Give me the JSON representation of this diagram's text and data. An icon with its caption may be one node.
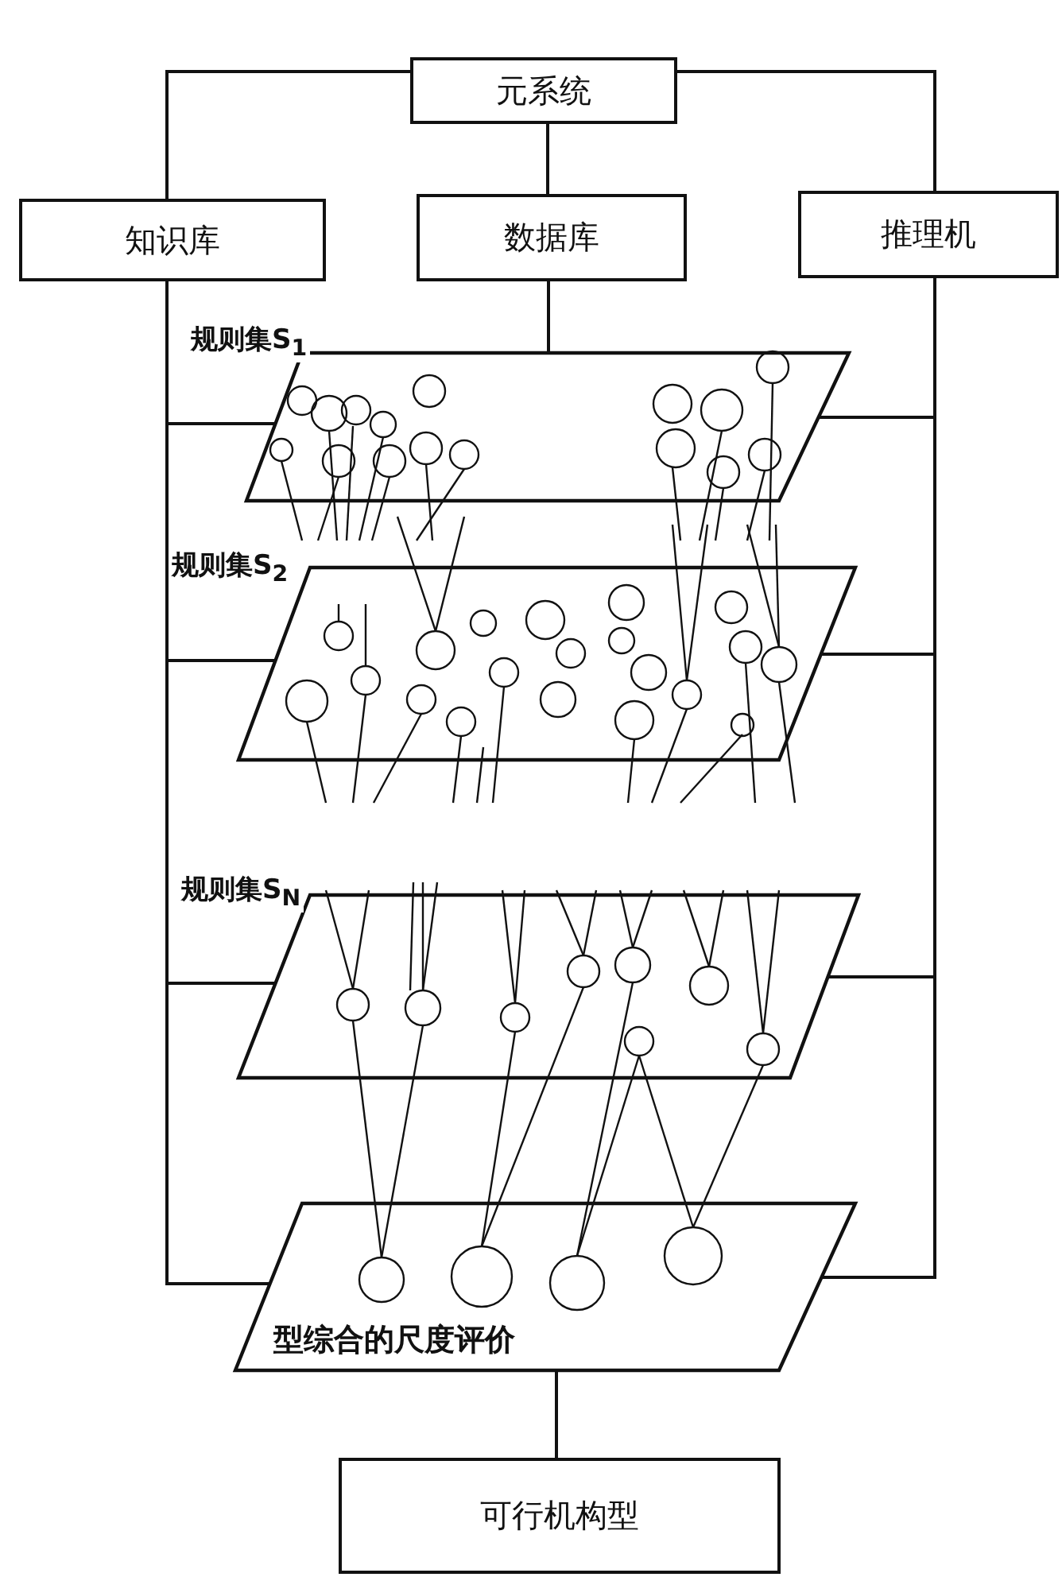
{
  "diagram": {
    "nodes": [
      {
        "text": [
          "元系统"
        ]
      },
      {
        "text": [
          "知识库"
        ]
      },
      {
        "text": [
          "数据库"
        ]
      },
      {
        "text": [
          "推理机"
        ]
      },
      {
        "text": [
          "规则集S$_{1}$"
        ]
      },
      {
        "text": [
          "规则集S$_{2}$"
        ]
      },
      {
        "text": [
          "规则集S$_{N}$"
        ]
      },
      {
        "text": [
          "型综合的尺度评价"
        ]
      },
      {
        "text": [
          "可行机构型"
        ]
      }
    ],
    "edges": [
      {
        "from": 0,
        "to": 1,
        "arrow": "none"
      },
      {
        "from": 0,
        "to": 2,
        "arrow": "none"
      },
      {
        "from": 0,
        "to": 3,
        "arrow": "none"
      },
      {
        "from": 2,
        "to": 4,
        "arrow": "none"
      },
      {
        "from": 1,
        "to": 4,
        "arrow": "none"
      },
      {
        "from": 1,
        "to": 5,
        "arrow": "none"
      },
      {
        "from": 1,
        "to": 6,
        "arrow": "none"
      },
      {
        "from": 1,
        "to": 7,
        "arrow": "none"
      },
      {
        "from": 3,
        "to": 4,
        "arrow": "none"
      },
      {
        "from": 3,
        "to": 5,
        "arrow": "none"
      },
      {
        "from": 3,
        "to": 6,
        "arrow": "none"
      },
      {
        "from": 3,
        "to": 7,
        "arrow": "none"
      },
      {
        "from": 7,
        "to": 8,
        "arrow": "none"
      }
    ]
  }
}
